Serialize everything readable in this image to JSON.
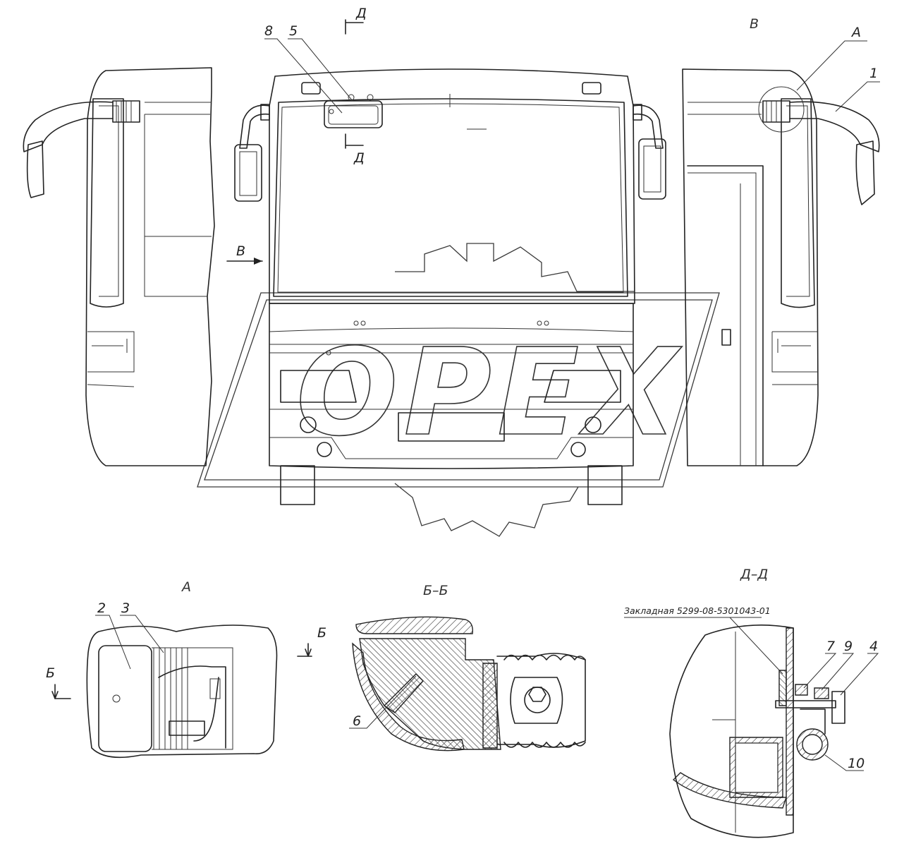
{
  "watermark": {
    "text": "OPEX"
  },
  "main_view": {
    "arrow_labels": {
      "d_top": "Д",
      "d_bottom": "Д",
      "v_arrow": "В"
    },
    "view_label_v": "В",
    "callout_a": "А",
    "leaders": {
      "n8": "8",
      "n5": "5",
      "n1": "1"
    }
  },
  "detail_a": {
    "title": "А",
    "n2": "2",
    "n3": "3",
    "cut_left": "Б",
    "cut_right": "Б"
  },
  "section_bb": {
    "title": "Б–Б",
    "n6": "6"
  },
  "section_dd": {
    "title": "Д–Д",
    "note": "Закладная 5299-08-5301043-01",
    "n7": "7",
    "n9": "9",
    "n4": "4",
    "n10": "10"
  }
}
